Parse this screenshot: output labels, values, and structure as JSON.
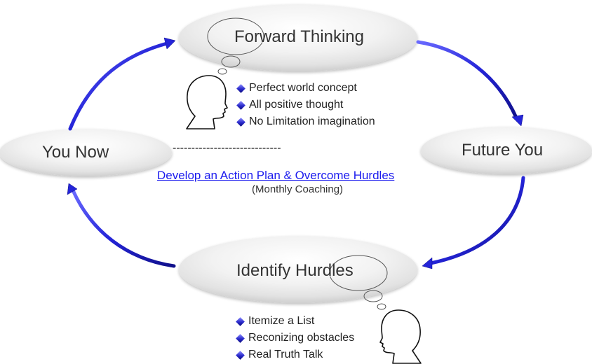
{
  "diagram": {
    "type": "cycle",
    "nodes": {
      "forward_thinking": {
        "label": "Forward Thinking"
      },
      "you_now": {
        "label": "You Now"
      },
      "future_you": {
        "label": "Future You"
      },
      "identify_hurdles": {
        "label": "Identify Hurdles"
      }
    },
    "forward_thinking_bullets": [
      "Perfect world concept",
      "All positive thought",
      "No Limitation imagination"
    ],
    "identify_hurdles_bullets": [
      "Itemize a List",
      "Reconizing obstacles",
      "Real Truth Talk"
    ],
    "connector_dashes": "-----------------------------",
    "action_link": "Develop an Action Plan & Overcome Hurdles",
    "action_note": "(Monthly Coaching)",
    "arrows": [
      {
        "from": "You Now",
        "to": "Forward Thinking"
      },
      {
        "from": "Forward Thinking",
        "to": "Future You"
      },
      {
        "from": "Future You",
        "to": "Identify Hurdles"
      },
      {
        "from": "Identify Hurdles",
        "to": "You Now"
      }
    ],
    "icons": [
      "head-silhouette-icon",
      "thought-bubble-icon",
      "diamond-bullet-icon"
    ],
    "colors": {
      "arrow": "#2a2ad6",
      "link": "#1a1aee",
      "node_fill": "#ececec",
      "node_text": "#333333"
    }
  }
}
